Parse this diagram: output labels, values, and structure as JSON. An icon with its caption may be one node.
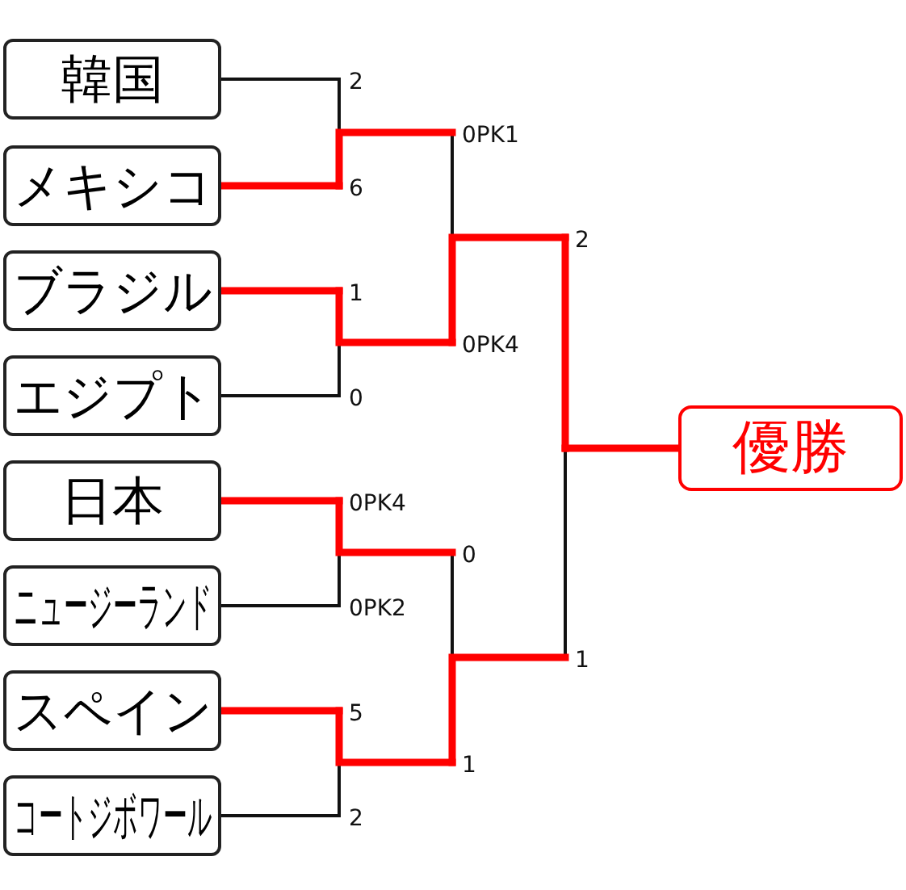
{
  "diagram": {
    "nodes": [
      {
        "text": [
          "韓国"
        ]
      },
      {
        "text": [
          "メキシコ"
        ]
      },
      {
        "text": [
          "ブラジル"
        ]
      },
      {
        "text": [
          "エジプト"
        ]
      },
      {
        "text": [
          "日本"
        ]
      },
      {
        "text": [
          "ニュージーランド"
        ]
      },
      {
        "text": [
          "スペイン"
        ]
      },
      {
        "text": [
          "コートジボワール"
        ]
      },
      {
        "text": [
          "2"
        ]
      },
      {
        "text": [
          "6"
        ]
      },
      {
        "text": [
          "1"
        ]
      },
      {
        "text": [
          "0"
        ]
      },
      {
        "text": [
          "0PK4"
        ]
      },
      {
        "text": [
          "0PK2"
        ]
      },
      {
        "text": [
          "5"
        ]
      },
      {
        "text": [
          "2"
        ]
      },
      {
        "text": [
          "0PK1"
        ]
      },
      {
        "text": [
          "0PK4"
        ]
      },
      {
        "text": [
          "0"
        ]
      },
      {
        "text": [
          "1"
        ]
      },
      {
        "text": [
          "2"
        ]
      },
      {
        "text": [
          "1"
        ]
      },
      {
        "text": [
          "優勝"
        ]
      }
    ],
    "edges": [
      {
        "from": 0,
        "to": 8,
        "arrow": "none"
      },
      {
        "from": 1,
        "to": 9,
        "arrow": "none",
        "style": "thick",
        "color": "#ff0000"
      },
      {
        "from": 2,
        "to": 10,
        "arrow": "none",
        "style": "thick",
        "color": "#ff0000"
      },
      {
        "from": 3,
        "to": 11,
        "arrow": "none"
      },
      {
        "from": 4,
        "to": 12,
        "arrow": "none",
        "style": "thick",
        "color": "#ff0000"
      },
      {
        "from": 5,
        "to": 13,
        "arrow": "none"
      },
      {
        "from": 6,
        "to": 14,
        "arrow": "none",
        "style": "thick",
        "color": "#ff0000"
      },
      {
        "from": 7,
        "to": 15,
        "arrow": "none"
      },
      {
        "from": 8,
        "to": 16,
        "arrow": "none"
      },
      {
        "from": 9,
        "to": 16,
        "arrow": "none",
        "style": "thick",
        "color": "#ff0000"
      },
      {
        "from": 10,
        "to": 17,
        "arrow": "none",
        "style": "thick",
        "color": "#ff0000"
      },
      {
        "from": 11,
        "to": 17,
        "arrow": "none"
      },
      {
        "from": 12,
        "to": 18,
        "arrow": "none",
        "style": "thick",
        "color": "#ff0000"
      },
      {
        "from": 13,
        "to": 18,
        "arrow": "none"
      },
      {
        "from": 14,
        "to": 19,
        "arrow": "none",
        "style": "thick",
        "color": "#ff0000"
      },
      {
        "from": 15,
        "to": 19,
        "arrow": "none"
      },
      {
        "from": 16,
        "to": 20,
        "arrow": "none"
      },
      {
        "from": 17,
        "to": 20,
        "arrow": "none",
        "style": "thick",
        "color": "#ff0000"
      },
      {
        "from": 18,
        "to": 21,
        "arrow": "none"
      },
      {
        "from": 19,
        "to": 21,
        "arrow": "none",
        "style": "thick",
        "color": "#ff0000"
      },
      {
        "from": 20,
        "to": 22,
        "arrow": "none",
        "style": "thick",
        "color": "#ff0000"
      },
      {
        "from": 21,
        "to": 22,
        "arrow": "none"
      }
    ]
  }
}
